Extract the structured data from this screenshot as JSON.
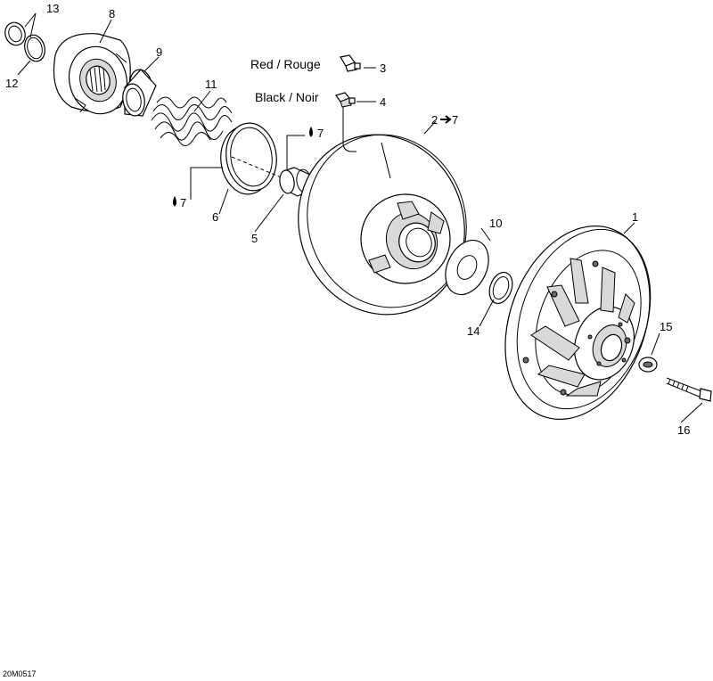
{
  "diagram_code": "20M0517",
  "legend": [
    {
      "text": "Red / Rouge",
      "number": "3"
    },
    {
      "text": "Black / Noir",
      "number": "4"
    }
  ],
  "callouts": {
    "c1": "1",
    "c2": "2",
    "c2_ref": "7",
    "c5": "5",
    "c6": "6",
    "c7a": "7",
    "c7b": "7",
    "c8": "8",
    "c9": "9",
    "c10": "10",
    "c11": "11",
    "c12": "12",
    "c13": "13",
    "c14": "14",
    "c15": "15",
    "c16": "16"
  }
}
